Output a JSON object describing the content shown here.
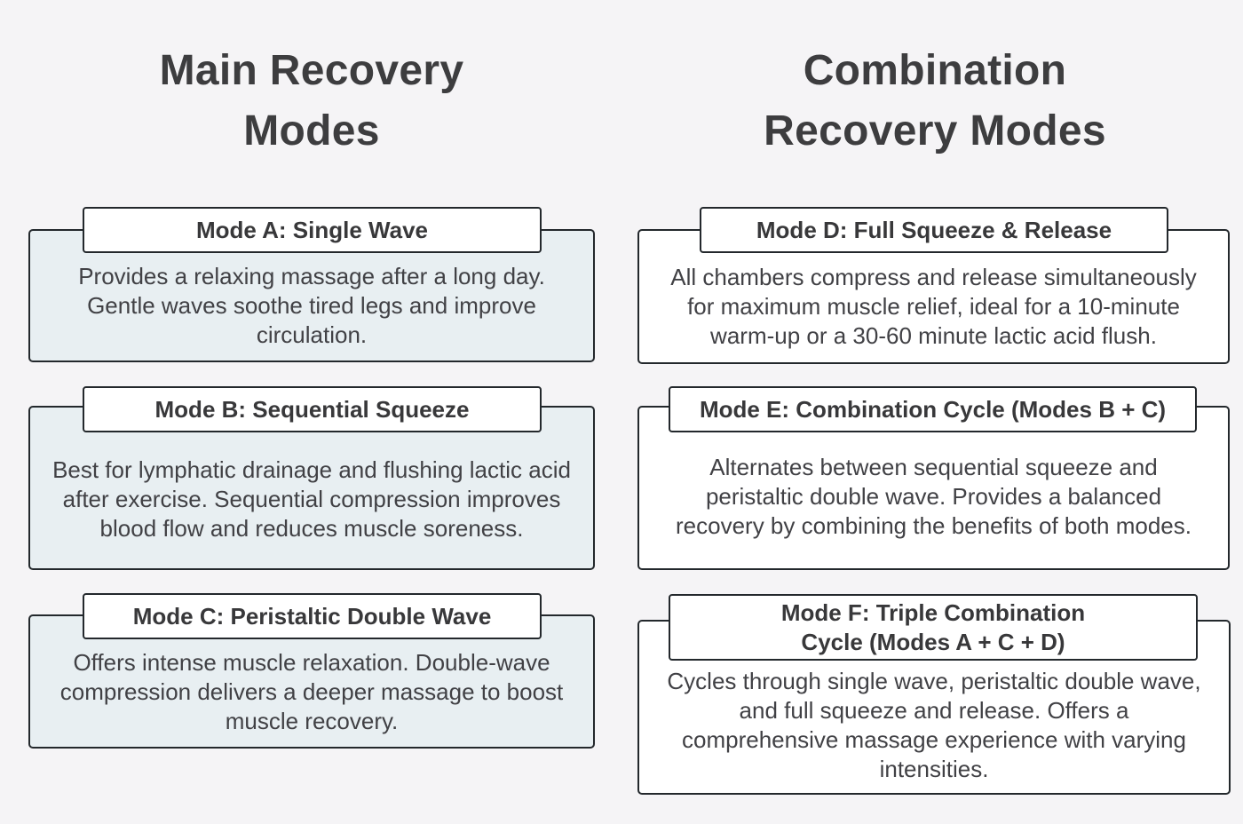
{
  "colors": {
    "page_background": "#f5f4f6",
    "left_card_fill": "#e8eff2",
    "right_card_fill": "#ffffff",
    "box_border": "#23282c",
    "heading_text": "#3d3d3f",
    "title_text": "#38383a",
    "body_text": "#414145"
  },
  "left": {
    "heading": "Main Recovery Modes",
    "cards": [
      {
        "title": "Mode A: Single Wave",
        "body": "Provides a relaxing massage after a long day. Gentle waves soothe tired legs and improve circulation."
      },
      {
        "title": "Mode B: Sequential Squeeze",
        "body": "Best for lymphatic drainage and flushing lactic acid after exercise. Sequential compression improves blood flow and reduces muscle soreness."
      },
      {
        "title": "Mode C: Peristaltic Double Wave",
        "body": "Offers intense muscle relaxation. Double-wave compression delivers a deeper massage to boost muscle recovery."
      }
    ]
  },
  "right": {
    "heading": "Combination Recovery Modes",
    "cards": [
      {
        "title": "Mode D: Full Squeeze & Release",
        "body": "All chambers compress and release simultaneously for maximum muscle relief, ideal for a 10-minute warm-up or a 30-60 minute lactic acid flush."
      },
      {
        "title": "Mode E: Combination Cycle (Modes B + C)",
        "body": "Alternates between sequential squeeze and peristaltic double wave. Provides a balanced recovery by combining the benefits of both modes."
      },
      {
        "title": "Mode F: Triple Combination",
        "title_line2": "Cycle (Modes A + C + D)",
        "body": "Cycles through single wave, peristaltic double wave, and full squeeze and release. Offers a comprehensive massage experience with varying intensities."
      }
    ]
  }
}
